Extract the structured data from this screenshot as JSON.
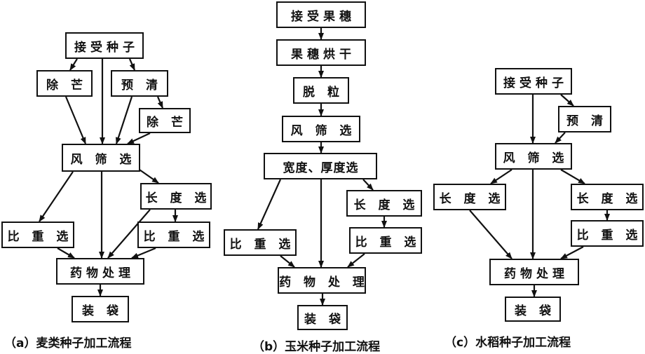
{
  "diagram_a": {
    "caption": "（a）麦类种子加工流程",
    "nodes": {
      "receive": "接受种子",
      "deawn1": "除 芒",
      "preclean": "预 清",
      "deawn2": "除 芒",
      "airscreen": "风 筛 选",
      "length": "长 度 选",
      "gravity1": "比 重 选",
      "gravity2": "比 重 选",
      "chem": "药物处理",
      "bag": "装 袋"
    }
  },
  "diagram_b": {
    "caption": "（b）玉米种子加工流程",
    "nodes": {
      "receive": "接受果穗",
      "dry": "果穗烘干",
      "shell": "脱 粒",
      "airscreen": "风 筛 选",
      "width": "宽度、厚度选",
      "length": "长 度 选",
      "gravity_left": "比 重 选",
      "gravity_right": "比 重 选",
      "chem": "药 物 处 理",
      "bag": "装 袋"
    }
  },
  "diagram_c": {
    "caption": "（c）水稻种子加工流程",
    "nodes": {
      "receive": "接受种子",
      "preclean": "预 清",
      "airscreen": "风 筛 选",
      "length_left": "长 度 选",
      "length_right": "长 度 选",
      "gravity": "比 重 选",
      "chem": "药物处理",
      "bag": "装 袋"
    }
  }
}
